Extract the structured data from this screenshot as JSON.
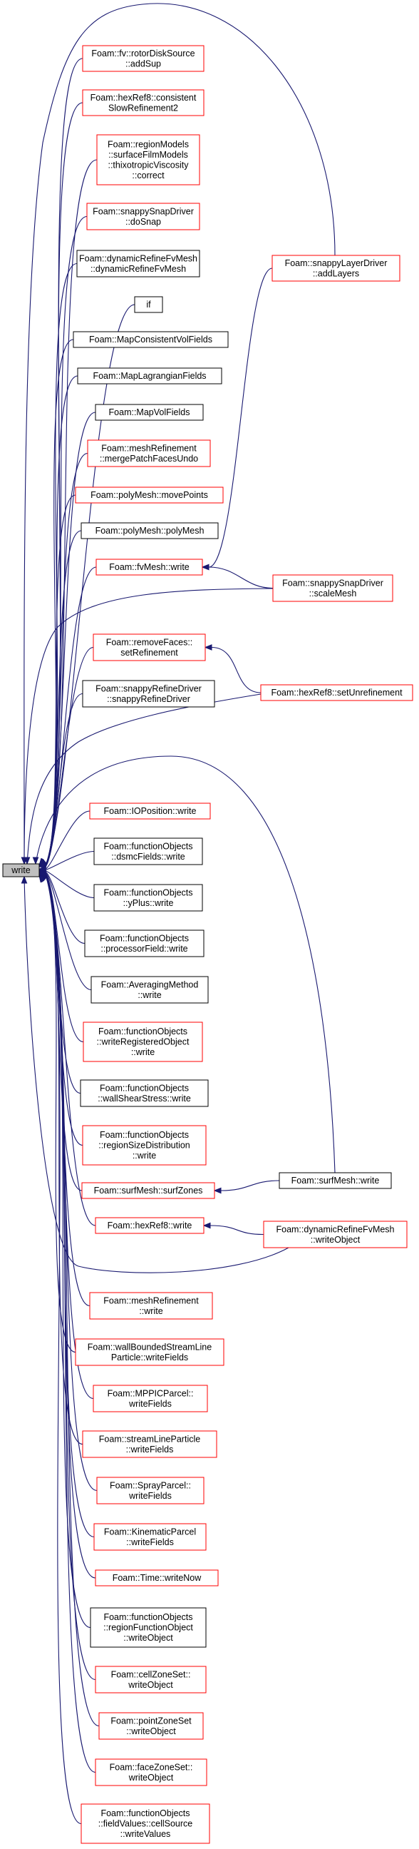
{
  "colors": {
    "edge": "#191970",
    "border_red": "#ff0000",
    "border_black": "#000000",
    "root_fill": "#bfbfbf",
    "node_fill": "#ffffff"
  },
  "root": {
    "id": "root",
    "lines": [
      "write"
    ],
    "border": "black",
    "fill": "gray"
  },
  "nodes": [
    {
      "id": "fv_rotor",
      "lines": [
        "Foam::fv::rotorDiskSource",
        "::addSup"
      ],
      "border": "red"
    },
    {
      "id": "hexref8_consistent",
      "lines": [
        "Foam::hexRef8::consistent",
        "SlowRefinement2"
      ],
      "border": "red"
    },
    {
      "id": "thixotropic",
      "lines": [
        "Foam::regionModels",
        "::surfaceFilmModels",
        "::thixotropicViscosity",
        "::correct"
      ],
      "border": "red"
    },
    {
      "id": "dosnap",
      "lines": [
        "Foam::snappySnapDriver",
        "::doSnap"
      ],
      "border": "red"
    },
    {
      "id": "dyn_ctor",
      "lines": [
        "Foam::dynamicRefineFvMesh",
        "::dynamicRefineFvMesh"
      ],
      "border": "black"
    },
    {
      "id": "if",
      "lines": [
        "if"
      ],
      "border": "black"
    },
    {
      "id": "mapconsistent",
      "lines": [
        "Foam::MapConsistentVolFields"
      ],
      "border": "black"
    },
    {
      "id": "maplagrangian",
      "lines": [
        "Foam::MapLagrangianFields"
      ],
      "border": "black"
    },
    {
      "id": "mapvol",
      "lines": [
        "Foam::MapVolFields"
      ],
      "border": "black"
    },
    {
      "id": "meshref_merge",
      "lines": [
        "Foam::meshRefinement",
        "::mergePatchFacesUndo"
      ],
      "border": "red"
    },
    {
      "id": "polymesh_move",
      "lines": [
        "Foam::polyMesh::movePoints"
      ],
      "border": "red"
    },
    {
      "id": "polymesh_ctor",
      "lines": [
        "Foam::polyMesh::polyMesh"
      ],
      "border": "black"
    },
    {
      "id": "fvmesh_write",
      "lines": [
        "Foam::fvMesh::write"
      ],
      "border": "red"
    },
    {
      "id": "removefaces",
      "lines": [
        "Foam::removeFaces::",
        "setRefinement"
      ],
      "border": "red"
    },
    {
      "id": "snappyrefine",
      "lines": [
        "Foam::snappyRefineDriver",
        "::snappyRefineDriver"
      ],
      "border": "black"
    },
    {
      "id": "ioposition",
      "lines": [
        "Foam::IOPosition::write"
      ],
      "border": "red"
    },
    {
      "id": "dsmc",
      "lines": [
        "Foam::functionObjects",
        "::dsmcFields::write"
      ],
      "border": "black"
    },
    {
      "id": "yplus",
      "lines": [
        "Foam::functionObjects",
        "::yPlus::write"
      ],
      "border": "black"
    },
    {
      "id": "processorfield",
      "lines": [
        "Foam::functionObjects",
        "::processorField::write"
      ],
      "border": "black"
    },
    {
      "id": "averaging",
      "lines": [
        "Foam::AveragingMethod",
        "::write"
      ],
      "border": "black"
    },
    {
      "id": "writeregistered",
      "lines": [
        "Foam::functionObjects",
        "::writeRegisteredObject",
        "::write"
      ],
      "border": "red"
    },
    {
      "id": "wallshear",
      "lines": [
        "Foam::functionObjects",
        "::wallShearStress::write"
      ],
      "border": "black"
    },
    {
      "id": "regionsize",
      "lines": [
        "Foam::functionObjects",
        "::regionSizeDistribution",
        "::write"
      ],
      "border": "red"
    },
    {
      "id": "surfzones",
      "lines": [
        "Foam::surfMesh::surfZones"
      ],
      "border": "red"
    },
    {
      "id": "hexref8_write",
      "lines": [
        "Foam::hexRef8::write"
      ],
      "border": "red"
    },
    {
      "id": "meshref_write",
      "lines": [
        "Foam::meshRefinement",
        "::write"
      ],
      "border": "red"
    },
    {
      "id": "wallbounded",
      "lines": [
        "Foam::wallBoundedStreamLine",
        "Particle::writeFields"
      ],
      "border": "red"
    },
    {
      "id": "mppic",
      "lines": [
        "Foam::MPPICParcel::",
        "writeFields"
      ],
      "border": "red"
    },
    {
      "id": "streamline",
      "lines": [
        "Foam::streamLineParticle",
        "::writeFields"
      ],
      "border": "red"
    },
    {
      "id": "spray",
      "lines": [
        "Foam::SprayParcel::",
        "writeFields"
      ],
      "border": "red"
    },
    {
      "id": "kinematic",
      "lines": [
        "Foam::KinematicParcel",
        "::writeFields"
      ],
      "border": "red"
    },
    {
      "id": "time_writenow",
      "lines": [
        "Foam::Time::writeNow"
      ],
      "border": "red"
    },
    {
      "id": "regionfo",
      "lines": [
        "Foam::functionObjects",
        "::regionFunctionObject",
        "::writeObject"
      ],
      "border": "black"
    },
    {
      "id": "cellzone",
      "lines": [
        "Foam::cellZoneSet::",
        "writeObject"
      ],
      "border": "red"
    },
    {
      "id": "pointzone",
      "lines": [
        "Foam::pointZoneSet",
        "::writeObject"
      ],
      "border": "red"
    },
    {
      "id": "facezone",
      "lines": [
        "Foam::faceZoneSet::",
        "writeObject"
      ],
      "border": "red"
    },
    {
      "id": "cellsource",
      "lines": [
        "Foam::functionObjects",
        "::fieldValues::cellSource",
        "::writeValues"
      ],
      "border": "red"
    },
    {
      "id": "addlayers",
      "lines": [
        "Foam::snappyLayerDriver",
        "::addLayers"
      ],
      "border": "red"
    },
    {
      "id": "scalemesh",
      "lines": [
        "Foam::snappySnapDriver",
        "::scaleMesh"
      ],
      "border": "red"
    },
    {
      "id": "setunref",
      "lines": [
        "Foam::hexRef8::setUnrefinement"
      ],
      "border": "red"
    },
    {
      "id": "surfmesh_write",
      "lines": [
        "Foam::surfMesh::write"
      ],
      "border": "black"
    },
    {
      "id": "dyn_writeobject",
      "lines": [
        "Foam::dynamicRefineFvMesh",
        "::writeObject"
      ],
      "border": "red"
    }
  ],
  "edges": [
    {
      "from": "fv_rotor",
      "to": "root"
    },
    {
      "from": "hexref8_consistent",
      "to": "root"
    },
    {
      "from": "thixotropic",
      "to": "root"
    },
    {
      "from": "dosnap",
      "to": "root"
    },
    {
      "from": "dyn_ctor",
      "to": "root"
    },
    {
      "from": "if",
      "to": "root"
    },
    {
      "from": "mapconsistent",
      "to": "root"
    },
    {
      "from": "maplagrangian",
      "to": "root"
    },
    {
      "from": "mapvol",
      "to": "root"
    },
    {
      "from": "meshref_merge",
      "to": "root"
    },
    {
      "from": "polymesh_move",
      "to": "root"
    },
    {
      "from": "polymesh_ctor",
      "to": "root"
    },
    {
      "from": "fvmesh_write",
      "to": "root"
    },
    {
      "from": "removefaces",
      "to": "root"
    },
    {
      "from": "snappyrefine",
      "to": "root"
    },
    {
      "from": "ioposition",
      "to": "root"
    },
    {
      "from": "dsmc",
      "to": "root"
    },
    {
      "from": "yplus",
      "to": "root"
    },
    {
      "from": "processorfield",
      "to": "root"
    },
    {
      "from": "averaging",
      "to": "root"
    },
    {
      "from": "writeregistered",
      "to": "root"
    },
    {
      "from": "wallshear",
      "to": "root"
    },
    {
      "from": "regionsize",
      "to": "root"
    },
    {
      "from": "surfzones",
      "to": "root"
    },
    {
      "from": "hexref8_write",
      "to": "root"
    },
    {
      "from": "meshref_write",
      "to": "root"
    },
    {
      "from": "wallbounded",
      "to": "root"
    },
    {
      "from": "mppic",
      "to": "root"
    },
    {
      "from": "streamline",
      "to": "root"
    },
    {
      "from": "spray",
      "to": "root"
    },
    {
      "from": "kinematic",
      "to": "root"
    },
    {
      "from": "time_writenow",
      "to": "root"
    },
    {
      "from": "regionfo",
      "to": "root"
    },
    {
      "from": "cellzone",
      "to": "root"
    },
    {
      "from": "pointzone",
      "to": "root"
    },
    {
      "from": "facezone",
      "to": "root"
    },
    {
      "from": "cellsource",
      "to": "root"
    },
    {
      "from": "addlayers",
      "to": "root"
    },
    {
      "from": "scalemesh",
      "to": "root"
    },
    {
      "from": "setunref",
      "to": "root"
    },
    {
      "from": "surfmesh_write",
      "to": "root"
    },
    {
      "from": "dyn_writeobject",
      "to": "root"
    },
    {
      "from": "scalemesh",
      "to": "fvmesh_write"
    },
    {
      "from": "addlayers",
      "to": "fvmesh_write"
    },
    {
      "from": "setunref",
      "to": "removefaces"
    },
    {
      "from": "surfmesh_write",
      "to": "surfzones"
    },
    {
      "from": "dyn_writeobject",
      "to": "hexref8_write"
    }
  ]
}
